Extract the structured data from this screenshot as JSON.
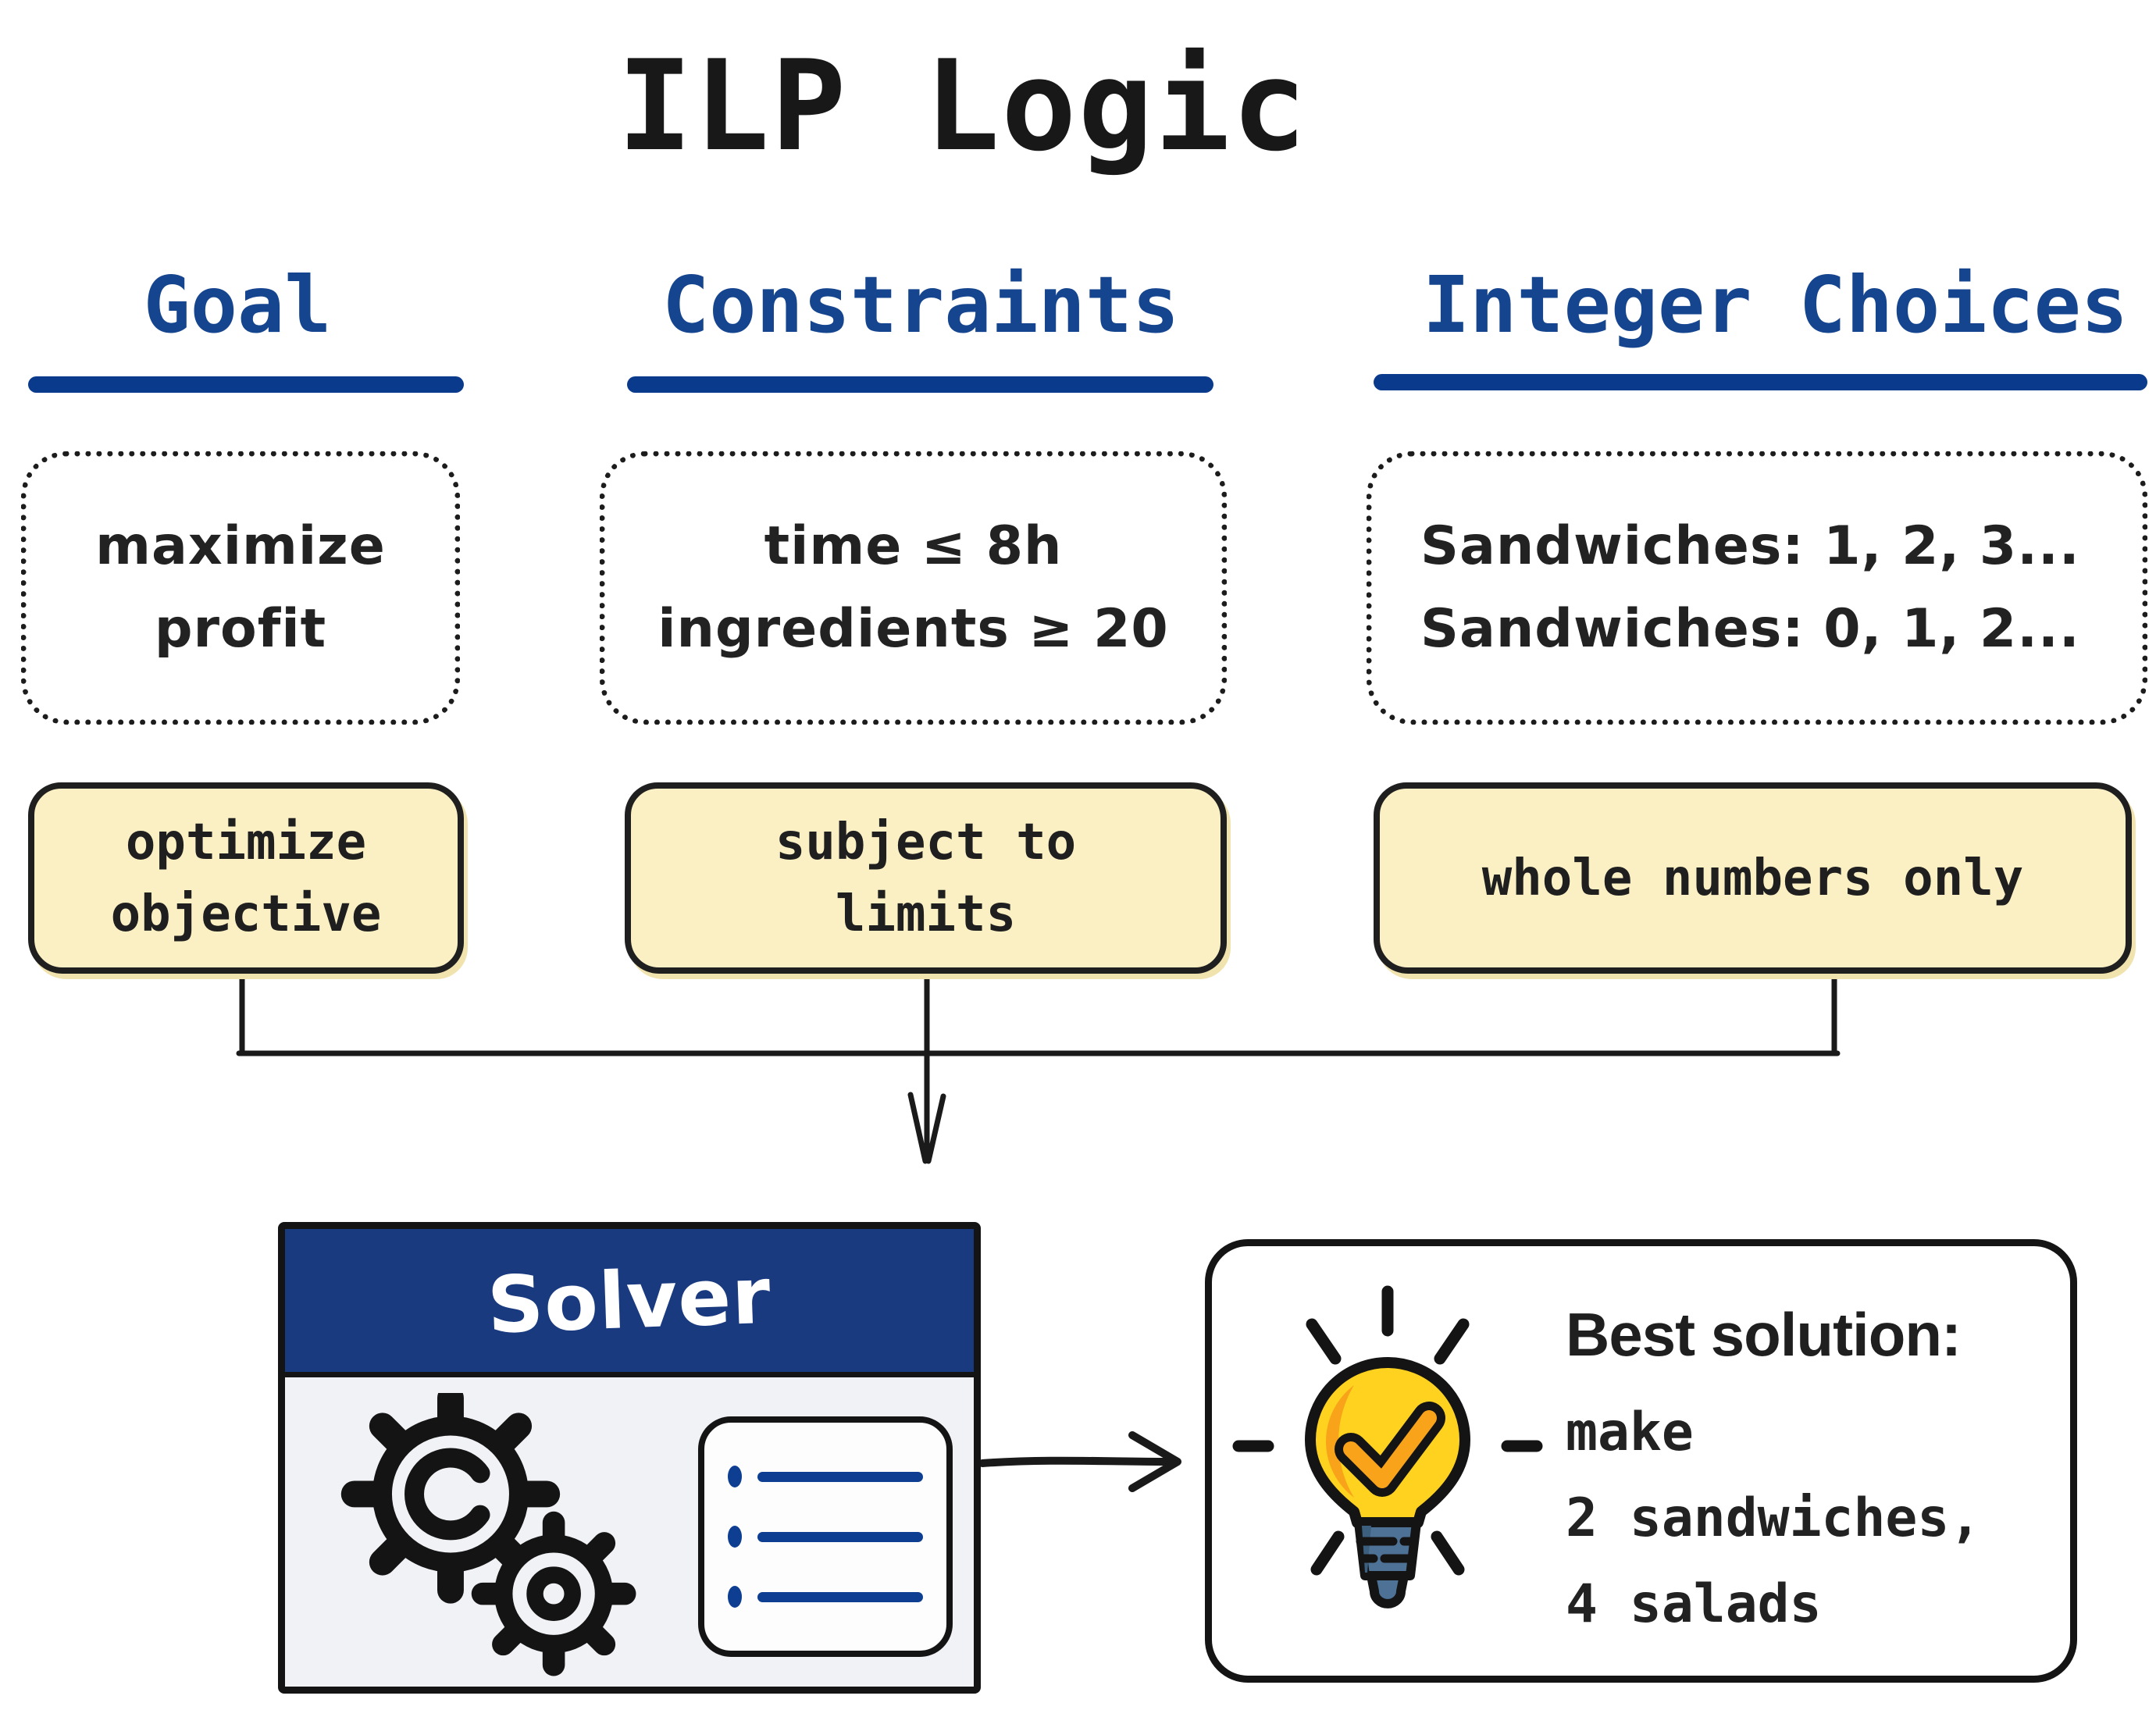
{
  "page": {
    "title": "ILP Logic",
    "background": "#ffffff"
  },
  "colors": {
    "heading_blue": "#16458f",
    "underline_blue": "#0a3a8c",
    "solver_header_blue": "#1a3a80",
    "icon_blue": "#0d3e92",
    "tag_fill": "#fbf0c4",
    "ink": "#1a1a1a",
    "bulb_yellow": "#ffd21f",
    "bulb_orange": "#f8a31a",
    "bulb_base_blue": "#4e7295",
    "solver_body_gray": "#f1f2f5"
  },
  "columns": [
    {
      "header": "Goal",
      "note_lines": [
        "maximize",
        "profit"
      ],
      "tag_lines": [
        "optimize",
        "objective"
      ]
    },
    {
      "header": "Constraints",
      "note_lines": [
        "time ≤ 8h",
        "ingredients  ≥ 20"
      ],
      "tag_lines": [
        "subject to",
        "limits"
      ]
    },
    {
      "header": "Integer Choices",
      "note_lines": [
        "Sandwiches: 1, 2, 3...",
        "Sandwiches: 0, 1, 2..."
      ],
      "tag_lines": [
        "whole numbers only"
      ]
    }
  ],
  "solver": {
    "title": "Solver"
  },
  "result": {
    "heading": "Best solution:",
    "lines": [
      "make",
      "2 sandwiches,",
      "4 salads"
    ]
  }
}
